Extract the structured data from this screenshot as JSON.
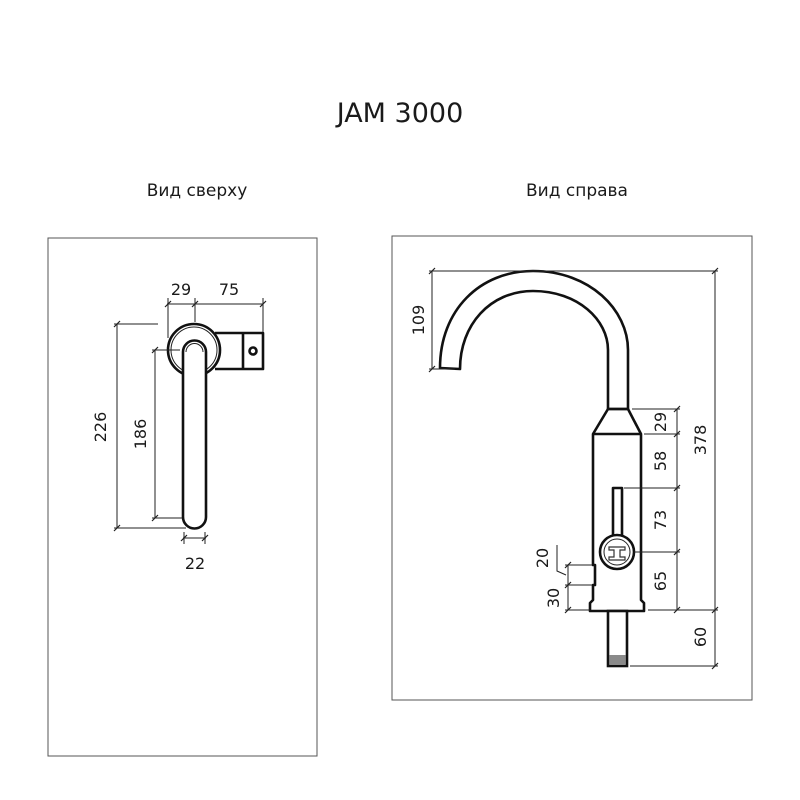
{
  "title": "JAM 3000",
  "views": {
    "top": {
      "label": "Вид сверху",
      "dimensions": {
        "d29": "29",
        "d75": "75",
        "d226": "226",
        "d186": "186",
        "d22": "22"
      }
    },
    "side": {
      "label": "Вид справа",
      "dimensions": {
        "d109": "109",
        "d29": "29",
        "d58": "58",
        "d73": "73",
        "d65": "65",
        "d378": "378",
        "d60": "60",
        "d20": "20",
        "d30": "30"
      }
    }
  },
  "colors": {
    "line": "#111111",
    "frame": "#555555",
    "pipe_tip": "#8a8a8a"
  }
}
